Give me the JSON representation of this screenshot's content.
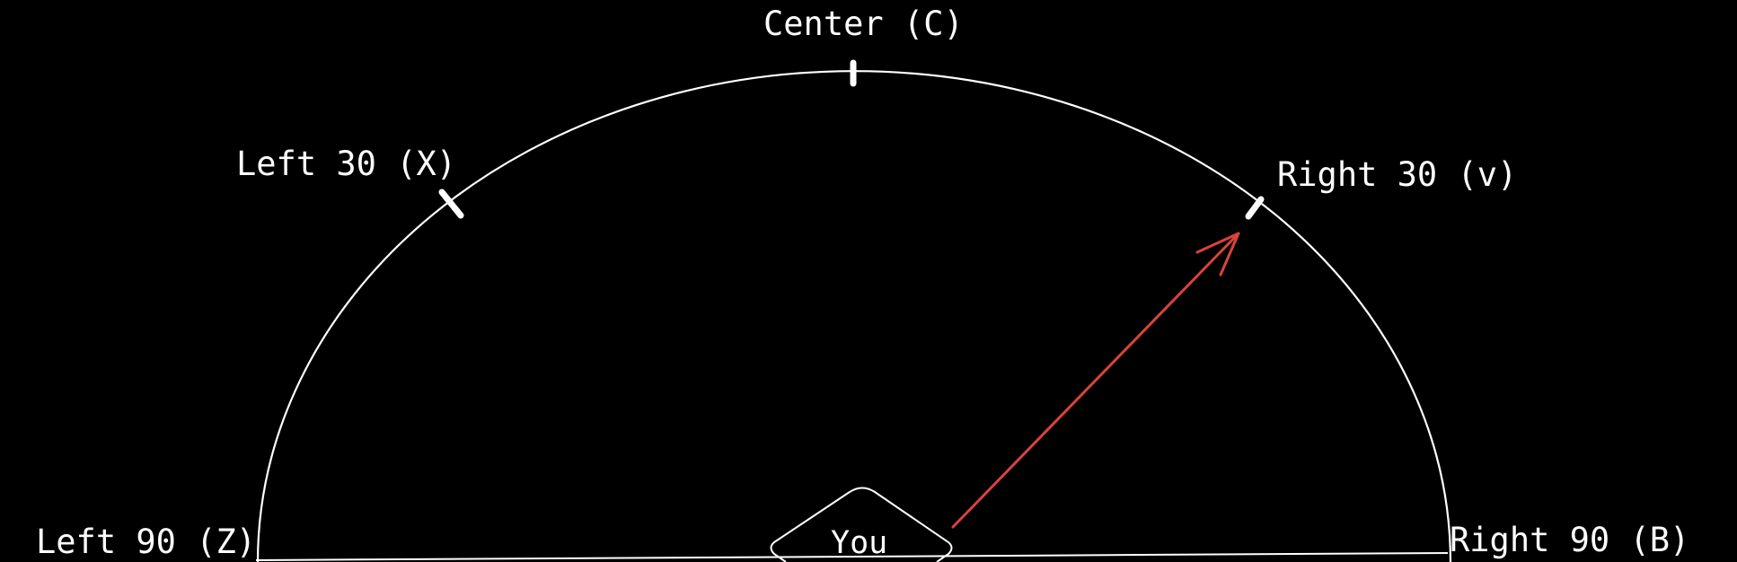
{
  "labels": {
    "center": "Center (C)",
    "left30": "Left 30 (X)",
    "right30": "Right 30 (v)",
    "left90": "Left 90 (Z)",
    "right90": "Right 90 (B)",
    "you": "You"
  },
  "colors": {
    "background": "#000000",
    "lines": "#ffffff",
    "arrow": "#d9433c"
  },
  "arrow_target": "Right 30 (v)"
}
